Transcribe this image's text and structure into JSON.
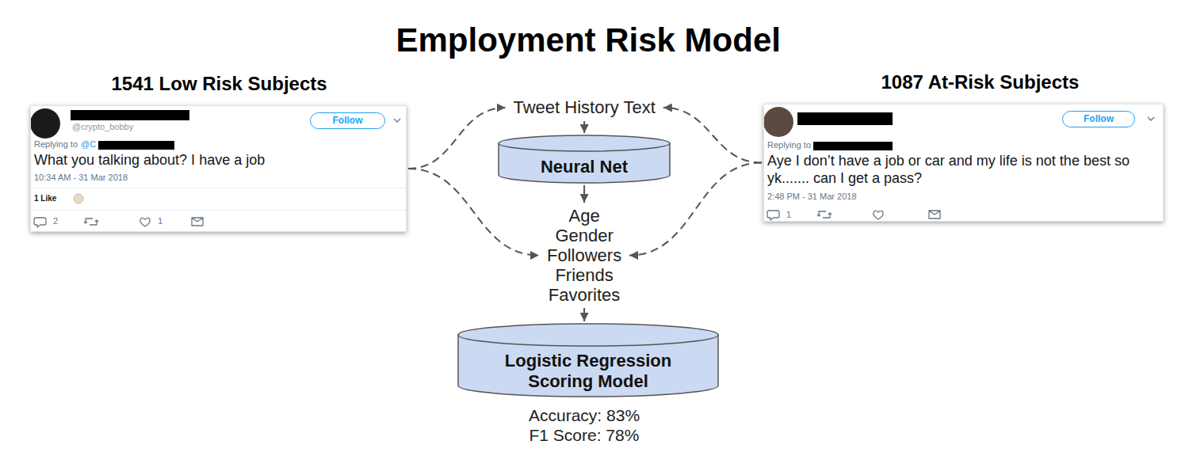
{
  "diagram": {
    "title": "Employment Risk Model",
    "nodes": [
      {
        "text": [
          "1541 Low Risk Subjects",
          "@crypto_bobby",
          "Replying to",
          "@C",
          "What you talking about? I have a job",
          "10:34 AM - 31 Mar 2018",
          "1 Like",
          "2",
          "1"
        ]
      },
      {
        "text": [
          "Follow"
        ],
        "in": 0
      },
      {
        "text": [
          "Tweet History Text"
        ]
      },
      {
        "text": [
          "1087 At-Risk Subjects",
          "Replying to",
          "Aye I don’t have a job or car and my life is not the best so yk....... can I get a pass?",
          "2:48 PM - 31 Mar 2018",
          "1"
        ]
      },
      {
        "text": [
          "Follow"
        ],
        "in": 3
      },
      {
        "text": [
          "Neural Net"
        ]
      },
      {
        "text": [
          "Age",
          "Gender",
          "Followers",
          "Friends",
          "Favorites"
        ]
      },
      {
        "text": [
          "Logistic Regression Scoring Model"
        ]
      }
    ],
    "edges": [
      {
        "from": 0,
        "to": 2,
        "arrow": "to"
      },
      {
        "from": 0,
        "to": 6,
        "arrow": "to"
      },
      {
        "from": 3,
        "to": 2,
        "arrow": "to"
      },
      {
        "from": 3,
        "to": 6,
        "arrow": "to"
      },
      {
        "from": 2,
        "to": 5,
        "arrow": "to"
      },
      {
        "from": 5,
        "to": 6,
        "arrow": "to"
      },
      {
        "from": 6,
        "to": 7,
        "arrow": "to"
      }
    ],
    "labels": [
      "Accuracy: 83%",
      "F1 Score: 78%"
    ]
  }
}
